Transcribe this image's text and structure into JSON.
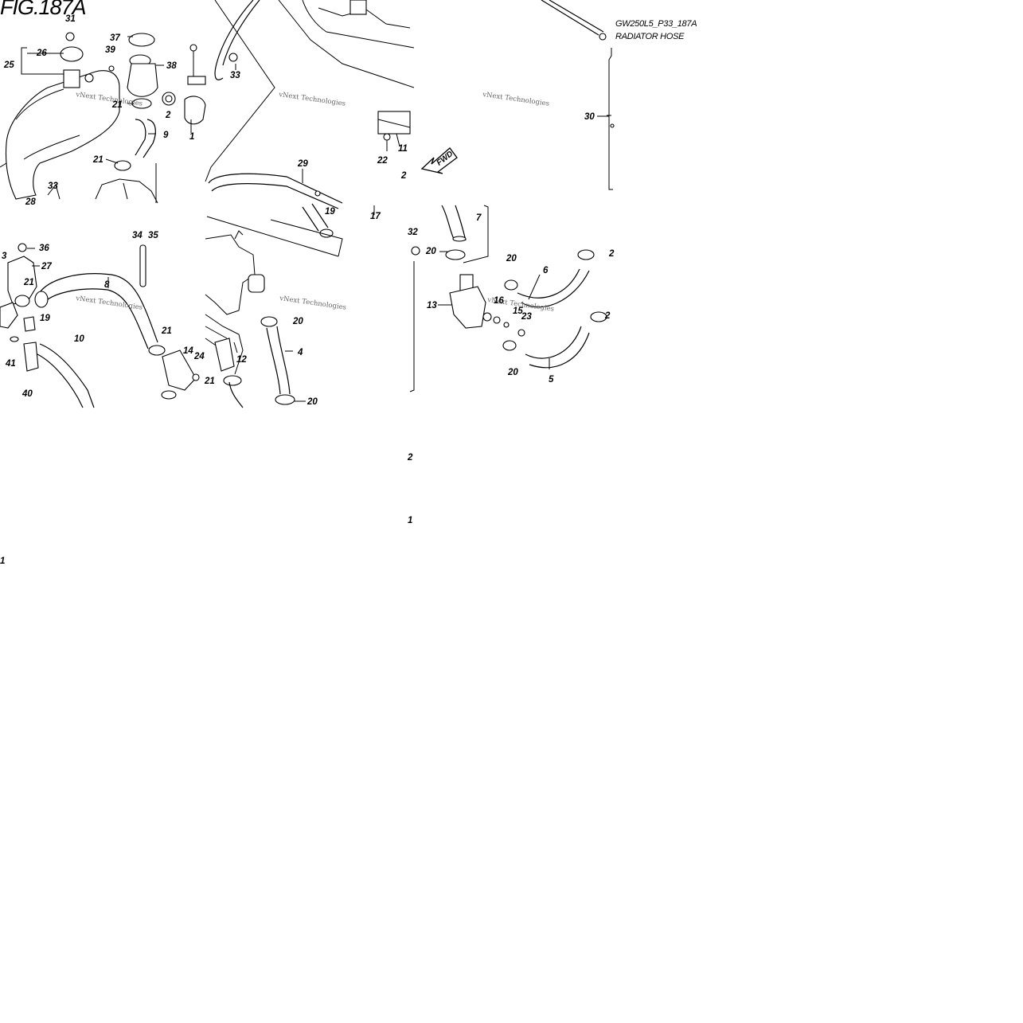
{
  "figure": {
    "title": "FIG.187A",
    "code": "GW250L5_P33_187A",
    "name": "RADIATOR HOSE"
  },
  "watermark": "vNext Technologies",
  "direction_marker": "FWD",
  "callouts": [
    {
      "id": "c1",
      "label": "31"
    },
    {
      "id": "c2",
      "label": "26"
    },
    {
      "id": "c3",
      "label": "25"
    },
    {
      "id": "c4",
      "label": "37"
    },
    {
      "id": "c5",
      "label": "39"
    },
    {
      "id": "c6",
      "label": "38"
    },
    {
      "id": "c7",
      "label": "21"
    },
    {
      "id": "c8",
      "label": "2"
    },
    {
      "id": "c9",
      "label": "1"
    },
    {
      "id": "c10",
      "label": "9"
    },
    {
      "id": "c11",
      "label": "21"
    },
    {
      "id": "c12",
      "label": "33"
    },
    {
      "id": "c13",
      "label": "28"
    },
    {
      "id": "c14",
      "label": "33"
    },
    {
      "id": "c15",
      "label": "29"
    },
    {
      "id": "c16",
      "label": "22"
    },
    {
      "id": "c17",
      "label": "11"
    },
    {
      "id": "c18",
      "label": "2"
    },
    {
      "id": "c19",
      "label": "19"
    },
    {
      "id": "c20",
      "label": "17"
    },
    {
      "id": "c21",
      "label": "30"
    },
    {
      "id": "c22",
      "label": "36"
    },
    {
      "id": "c23",
      "label": "3"
    },
    {
      "id": "c24",
      "label": "27"
    },
    {
      "id": "c25",
      "label": "34"
    },
    {
      "id": "c26",
      "label": "35"
    },
    {
      "id": "c27",
      "label": "8"
    },
    {
      "id": "c28",
      "label": "21"
    },
    {
      "id": "c29",
      "label": "19"
    },
    {
      "id": "c30",
      "label": "41"
    },
    {
      "id": "c31",
      "label": "40"
    },
    {
      "id": "c32",
      "label": "10"
    },
    {
      "id": "c33",
      "label": "21"
    },
    {
      "id": "c34",
      "label": "14"
    },
    {
      "id": "c35",
      "label": "24"
    },
    {
      "id": "c36",
      "label": "20"
    },
    {
      "id": "c37",
      "label": "12"
    },
    {
      "id": "c38",
      "label": "4"
    },
    {
      "id": "c39",
      "label": "20"
    },
    {
      "id": "c40",
      "label": "21"
    },
    {
      "id": "c41",
      "label": "7"
    },
    {
      "id": "c42",
      "label": "32"
    },
    {
      "id": "c43",
      "label": "20"
    },
    {
      "id": "c44",
      "label": "20"
    },
    {
      "id": "c45",
      "label": "6"
    },
    {
      "id": "c46",
      "label": "2"
    },
    {
      "id": "c47",
      "label": "13"
    },
    {
      "id": "c48",
      "label": "16"
    },
    {
      "id": "c49",
      "label": "15"
    },
    {
      "id": "c50",
      "label": "23"
    },
    {
      "id": "c51",
      "label": "2"
    },
    {
      "id": "c52",
      "label": "20"
    },
    {
      "id": "c53",
      "label": "5"
    },
    {
      "id": "c54",
      "label": "2"
    },
    {
      "id": "c55",
      "label": "1"
    },
    {
      "id": "c56",
      "label": "1"
    }
  ]
}
